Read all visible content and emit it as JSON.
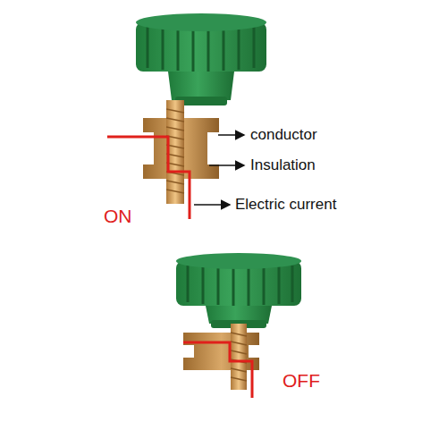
{
  "diagram": {
    "labels": [
      "conductor",
      "Insulation",
      "Electric current",
      "ON",
      "OFF"
    ]
  }
}
